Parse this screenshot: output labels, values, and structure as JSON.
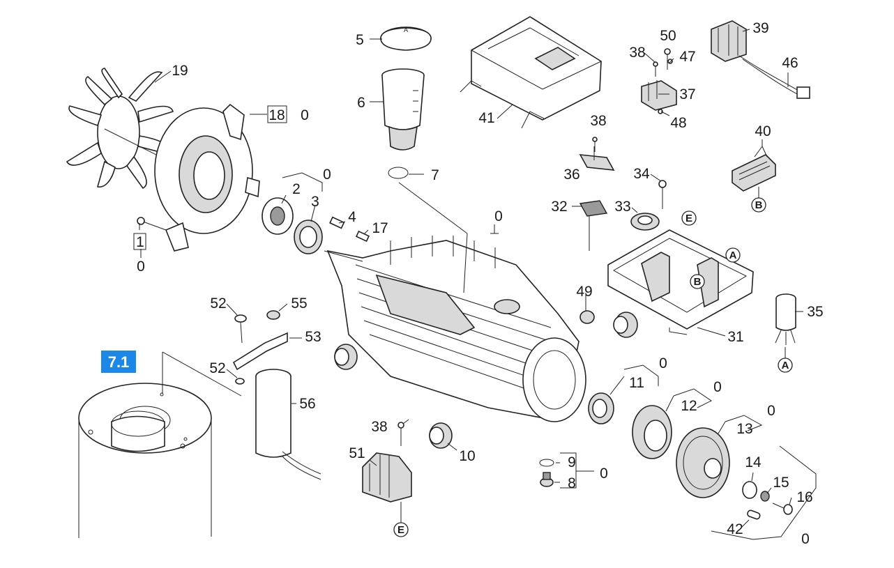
{
  "diagram": {
    "highlight_label": "7.1",
    "callouts": [
      {
        "key": "c5",
        "text": "5"
      },
      {
        "key": "c6",
        "text": "6"
      },
      {
        "key": "c7",
        "text": "7"
      },
      {
        "key": "c19",
        "text": "19"
      },
      {
        "key": "c18",
        "text": "18"
      },
      {
        "key": "c18z",
        "text": "0"
      },
      {
        "key": "c2",
        "text": "2"
      },
      {
        "key": "c3",
        "text": "3"
      },
      {
        "key": "c0a",
        "text": "0"
      },
      {
        "key": "c4",
        "text": "4"
      },
      {
        "key": "c17",
        "text": "17"
      },
      {
        "key": "c1",
        "text": "1"
      },
      {
        "key": "c1z",
        "text": "0"
      },
      {
        "key": "c41",
        "text": "41"
      },
      {
        "key": "c50",
        "text": "50"
      },
      {
        "key": "c38a",
        "text": "38"
      },
      {
        "key": "c47",
        "text": "47"
      },
      {
        "key": "c37",
        "text": "37"
      },
      {
        "key": "c48",
        "text": "48"
      },
      {
        "key": "c39",
        "text": "39"
      },
      {
        "key": "c46",
        "text": "46"
      },
      {
        "key": "c38b",
        "text": "38"
      },
      {
        "key": "c36",
        "text": "36"
      },
      {
        "key": "c40",
        "text": "40"
      },
      {
        "key": "c34",
        "text": "34"
      },
      {
        "key": "c32",
        "text": "32"
      },
      {
        "key": "c33",
        "text": "33"
      },
      {
        "key": "c0b",
        "text": "0"
      },
      {
        "key": "c49",
        "text": "49"
      },
      {
        "key": "c31",
        "text": "31"
      },
      {
        "key": "c35",
        "text": "35"
      },
      {
        "key": "c52a",
        "text": "52"
      },
      {
        "key": "c55",
        "text": "55"
      },
      {
        "key": "c53",
        "text": "53"
      },
      {
        "key": "c52b",
        "text": "52"
      },
      {
        "key": "c56",
        "text": "56"
      },
      {
        "key": "c11",
        "text": "11"
      },
      {
        "key": "c0c",
        "text": "0"
      },
      {
        "key": "c12",
        "text": "12"
      },
      {
        "key": "c0d",
        "text": "0"
      },
      {
        "key": "c13",
        "text": "13"
      },
      {
        "key": "c0e",
        "text": "0"
      },
      {
        "key": "c14",
        "text": "14"
      },
      {
        "key": "c15",
        "text": "15"
      },
      {
        "key": "c16",
        "text": "16"
      },
      {
        "key": "c42",
        "text": "42"
      },
      {
        "key": "c0f",
        "text": "0"
      },
      {
        "key": "c38c",
        "text": "38"
      },
      {
        "key": "c51",
        "text": "51"
      },
      {
        "key": "c10",
        "text": "10"
      },
      {
        "key": "c9",
        "text": "9"
      },
      {
        "key": "c8",
        "text": "8"
      },
      {
        "key": "c0g",
        "text": "0"
      }
    ],
    "connectors": [
      {
        "key": "e1",
        "letter": "E"
      },
      {
        "key": "b1",
        "letter": "B"
      },
      {
        "key": "a1",
        "letter": "A"
      },
      {
        "key": "e2",
        "letter": "E"
      },
      {
        "key": "b2",
        "letter": "B"
      },
      {
        "key": "a2",
        "letter": "A"
      },
      {
        "key": "a3",
        "letter": "A"
      }
    ]
  }
}
